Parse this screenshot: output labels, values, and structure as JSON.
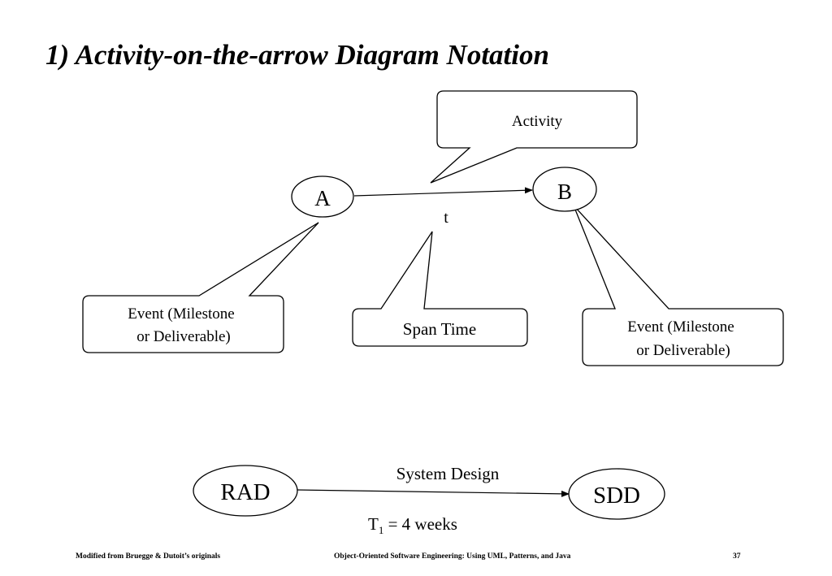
{
  "title": "1) Activity-on-the-arrow Diagram Notation",
  "notation": {
    "node_a": "A",
    "node_b": "B",
    "duration": "t",
    "callout_activity": "Activity",
    "callout_event_left": [
      "Event (Milestone",
      "or Deliverable)"
    ],
    "callout_span_time": "Span Time",
    "callout_event_right": [
      "Event (Milestone",
      "or Deliverable)"
    ]
  },
  "example": {
    "from_node": "RAD",
    "to_node": "SDD",
    "activity": "System Design",
    "duration_var": "T",
    "duration_sub": "1",
    "duration_value": " = 4 weeks"
  },
  "footer": {
    "left": "Modified from Bruegge & Dutoit’s originals",
    "center": "Object-Oriented Software Engineering: Using UML, Patterns, and Java",
    "page": "37"
  }
}
